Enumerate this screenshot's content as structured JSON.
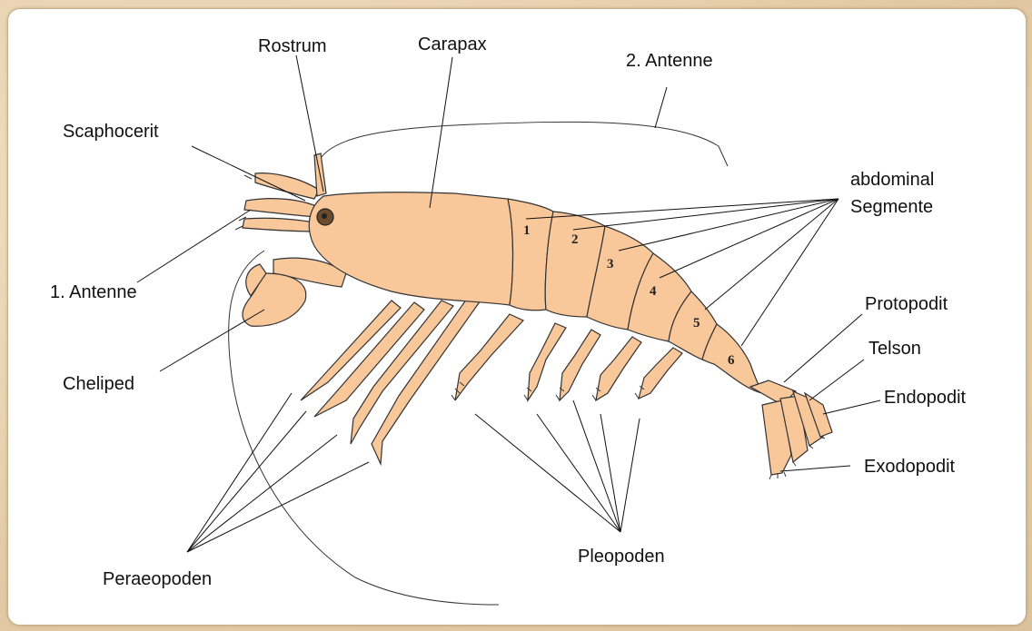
{
  "labels": {
    "rostrum": "Rostrum",
    "carapax": "Carapax",
    "antenne2": "2. Antenne",
    "scaphocerit": "Scaphocerit",
    "abdominal1": "abdominal",
    "abdominal2": "Segmente",
    "antenne1": "1. Antenne",
    "protopodit": "Protopodit",
    "telson": "Telson",
    "endopodit": "Endopodit",
    "exodopodit": "Exodopodit",
    "cheliped": "Cheliped",
    "peraeopoden": "Peraeopoden",
    "pleopoden": "Pleopoden"
  },
  "segment_numbers": [
    "1",
    "2",
    "3",
    "4",
    "5",
    "6"
  ],
  "colors": {
    "body_fill": "#f8c79a",
    "outline": "#333333",
    "background": "#e8d3b2"
  }
}
